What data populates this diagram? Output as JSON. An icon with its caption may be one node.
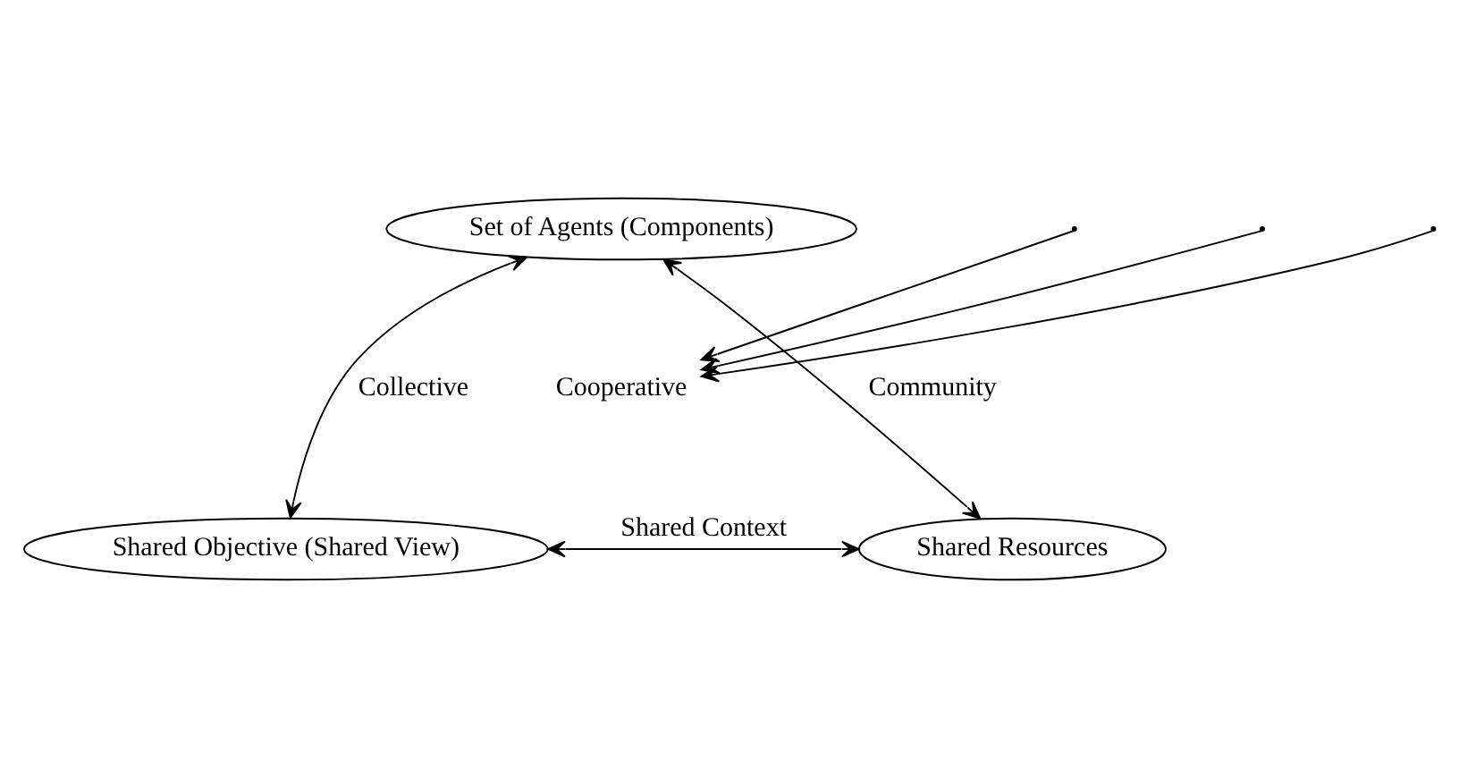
{
  "diagram": {
    "nodes": [
      {
        "text": [
          "Set of Agents (Components)"
        ]
      },
      {
        "text": [
          "Shared Objective (Shared View)"
        ]
      },
      {
        "text": [
          "Shared Resources"
        ]
      },
      {
        "text": [
          "Cooperative"
        ]
      }
    ],
    "edges": [
      {
        "from": 0,
        "to": 1,
        "arrow": "both",
        "label": "Collective"
      },
      {
        "from": 0,
        "to": 2,
        "arrow": "both",
        "label": "Community"
      },
      {
        "from": 1,
        "to": 2,
        "arrow": "both",
        "label": "Shared Context"
      },
      {
        "from": null,
        "to": 3,
        "arrow": "to"
      },
      {
        "from": null,
        "to": 3,
        "arrow": "to"
      },
      {
        "from": null,
        "to": 3,
        "arrow": "to"
      }
    ]
  }
}
